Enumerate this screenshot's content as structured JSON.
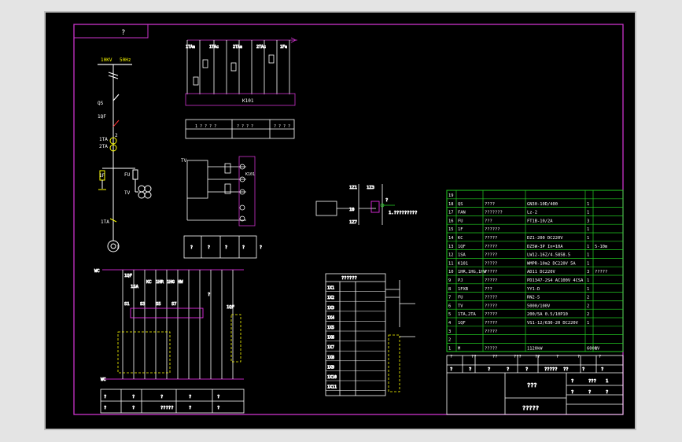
{
  "colors": {
    "frame": "#cc33cc",
    "wire": "#ffffff",
    "green": "#22cc22",
    "yellow": "#ffff00",
    "magenta": "#ff33ff",
    "cyan": "#00cccc",
    "red": "#ff3333",
    "background": "#000000",
    "outer": "#e4e4e4"
  },
  "title_tab": "?",
  "single_line": {
    "voltage": "10KV",
    "freq": "50Hz",
    "labels": [
      "QS",
      "1QF",
      "2",
      "1TA",
      "2TA",
      "1F",
      "FU",
      "TV",
      "1TA",
      "1"
    ]
  },
  "top_terminal_block": {
    "name": "K101",
    "header_labels": [
      "1TAa",
      "1TAc",
      "2TAa",
      "2TAc",
      "1Fa"
    ],
    "table_text": [
      "1 ? ? ? ?",
      "? ? ? ?",
      "? ? ? ?"
    ]
  },
  "tv_block": {
    "label": "TV",
    "terminal": "K101",
    "table_cells": [
      "?",
      "?",
      "?",
      "?",
      "?"
    ]
  },
  "middle_relay": {
    "labels": [
      "1Z1",
      "1Z3",
      "1Z7",
      "10",
      "?",
      "1.?????????"
    ]
  },
  "bom_table": {
    "rows": [
      {
        "n": "19",
        "code": "",
        "name": "",
        "model": "",
        "qty": "",
        "note": ""
      },
      {
        "n": "18",
        "code": "QS",
        "name": "????",
        "model": "GN30-10D/400",
        "qty": "1",
        "note": ""
      },
      {
        "n": "17",
        "code": "FAN",
        "name": "???????",
        "model": "Lz-2",
        "qty": "1",
        "note": ""
      },
      {
        "n": "16",
        "code": "FU",
        "name": "???",
        "model": "FT1B-10/2A",
        "qty": "3",
        "note": ""
      },
      {
        "n": "15",
        "code": "1F",
        "name": "??????",
        "model": "",
        "qty": "1",
        "note": ""
      },
      {
        "n": "14",
        "code": "KC",
        "name": "?????",
        "model": "DZ1-200  DC220V",
        "qty": "1",
        "note": ""
      },
      {
        "n": "13",
        "code": "1QF",
        "name": "?????",
        "model": "DZ5W-3P  In=10A",
        "qty": "1",
        "note": "5-10m"
      },
      {
        "n": "12",
        "code": "1SA",
        "name": "?????",
        "model": "LW12-16Z/4.5858.5",
        "qty": "1",
        "note": ""
      },
      {
        "n": "11",
        "code": "K101",
        "name": "?????",
        "model": "WMPR-10m2 DC220V 5A",
        "qty": "1",
        "note": ""
      },
      {
        "n": "10",
        "code": "1HR,1HG,1HW",
        "name": "?????",
        "model": "AD11  DC220V",
        "qty": "3",
        "note": "?????"
      },
      {
        "n": "9",
        "code": "PJ",
        "name": "?????",
        "model": "PD1347-2S4 AC100V 4CSA",
        "qty": "1",
        "note": ""
      },
      {
        "n": "8",
        "code": "1FXB",
        "name": "???",
        "model": "YY1-D",
        "qty": "1",
        "note": ""
      },
      {
        "n": "7",
        "code": "FU",
        "name": "?????",
        "model": "RN2-5",
        "qty": "2",
        "note": ""
      },
      {
        "n": "6",
        "code": "TV",
        "name": "?????",
        "model": "5000/100V",
        "qty": "2",
        "note": ""
      },
      {
        "n": "5",
        "code": "1TA,2TA",
        "name": "?????",
        "model": "200/5A 0.5/10P10",
        "qty": "2",
        "note": ""
      },
      {
        "n": "4",
        "code": "1QF",
        "name": "?????",
        "model": "VS1-12/630-20 DC220V",
        "qty": "1",
        "note": ""
      },
      {
        "n": "3",
        "code": "",
        "name": "?????",
        "model": "",
        "qty": "",
        "note": ""
      },
      {
        "n": "2",
        "code": "",
        "name": "",
        "model": "",
        "qty": "",
        "note": ""
      },
      {
        "n": "1",
        "code": "M",
        "name": "?????",
        "model": "1120kW",
        "qty": "6000V",
        "note": "1"
      }
    ],
    "footer": [
      "?",
      "??",
      "??",
      "???",
      "??",
      "?",
      "?",
      "?"
    ]
  },
  "title_block": {
    "row1": [
      "?",
      "?",
      "?",
      "?",
      "?",
      "?????",
      "??",
      "?",
      "?"
    ],
    "drawing_name": "???",
    "unit_name": "?????",
    "cells": [
      "?",
      "???",
      "1",
      "?",
      "?",
      "?"
    ]
  },
  "secondary_circuit": {
    "labels": [
      "WC",
      "1QF",
      "1SA",
      "KC",
      "1HR",
      "1HG",
      "HW",
      "S1",
      "S3",
      "S5",
      "S7",
      "?",
      "1QF",
      "WC"
    ],
    "bottom_table": [
      "?",
      "?",
      "?",
      "?",
      "?",
      "?",
      "?",
      "?????",
      "?",
      "?"
    ]
  },
  "cable_table": {
    "title": "??????",
    "rows": [
      "1X1",
      "1X2",
      "1X3",
      "1X4",
      "1X5",
      "1X6",
      "1X7",
      "1X8",
      "1X9",
      "1X10",
      "1X11"
    ]
  }
}
